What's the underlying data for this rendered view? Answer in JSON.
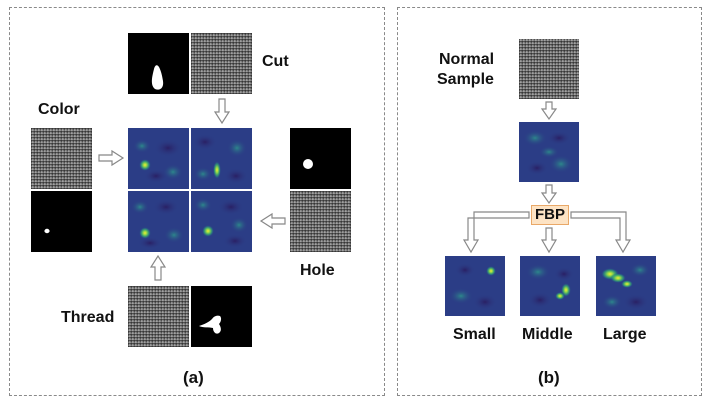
{
  "panel_a": {
    "caption": "(a)",
    "labels": {
      "color": "Color",
      "cut": "Cut",
      "hole": "Hole",
      "thread": "Thread"
    }
  },
  "panel_b": {
    "caption": "(b)",
    "normal_label_line1": "Normal",
    "normal_label_line2": "Sample",
    "fbp_label": "FBP",
    "size_labels": {
      "small": "Small",
      "middle": "Middle",
      "large": "Large"
    }
  },
  "colors": {
    "heatmap_background": "#2b3d86",
    "fbp_fill": "#fde3c4",
    "fbp_border": "#e9a868",
    "arrow": "#888888"
  },
  "icons": {
    "arrow": "hollow-arrow-icon"
  }
}
